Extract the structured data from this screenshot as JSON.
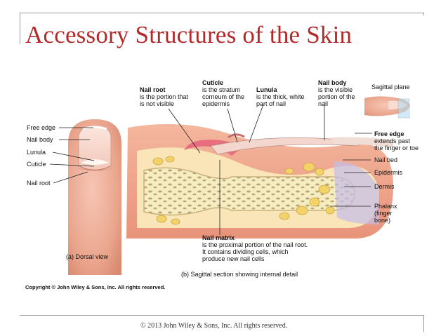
{
  "title": "Accessory Structures of the Skin",
  "footer": "© 2013 John Wiley & Sons, Inc. All rights reserved.",
  "figure": {
    "copyright": "Copyright © John Wiley & Sons, Inc. All rights reserved.",
    "dorsal_view": {
      "caption": "(a) Dorsal view",
      "labels": [
        "Free edge",
        "Nail body",
        "Lunula",
        "Cuticle",
        "Nail root"
      ]
    },
    "sagittal_section": {
      "caption": "(b) Sagittal section showing internal detail",
      "inset_label": "Sagittal plane",
      "nail_root": {
        "term": "Nail root",
        "lines": [
          "is the portion that",
          "is not visible"
        ]
      },
      "cuticle": {
        "term": "Cuticle",
        "lines": [
          "is the stratum",
          "corneum of the",
          "epidermis"
        ]
      },
      "lunula": {
        "term": "Lunula",
        "lines": [
          "is the thick, white",
          "part of nail"
        ]
      },
      "nail_body": {
        "term": "Nail body",
        "lines": [
          "is the visible",
          "portion of the",
          "nail"
        ]
      },
      "free_edge": {
        "term": "Free edge",
        "lines": [
          "extends past",
          "the finger or toe"
        ]
      },
      "nail_bed": "Nail bed",
      "epidermis": "Epidermis",
      "dermis": "Dermis",
      "phalanx": {
        "term": "Phalanx",
        "lines": [
          "(finger",
          "bone)"
        ]
      },
      "nail_matrix": {
        "term": "Nail matrix",
        "lines": [
          "is the proximal portion of the nail root.",
          "It contains dividing cells, which",
          "produce new nail cells"
        ]
      }
    }
  }
}
